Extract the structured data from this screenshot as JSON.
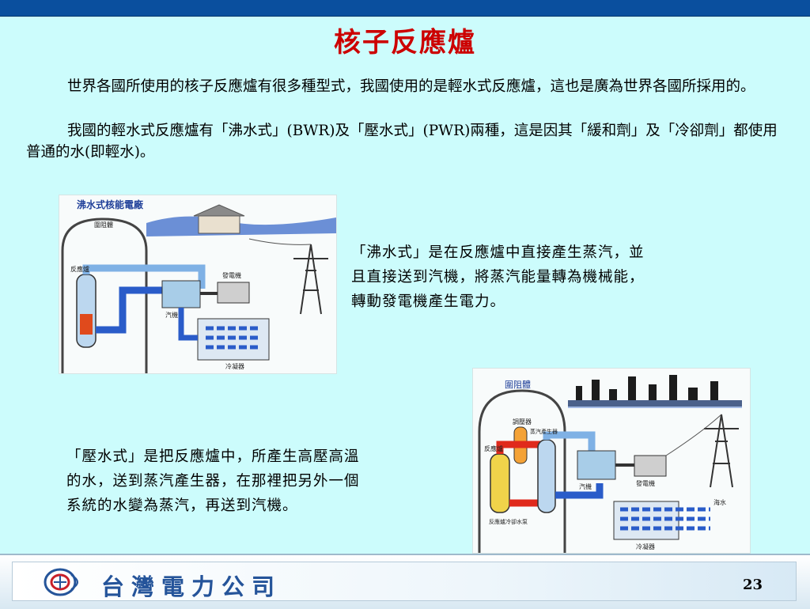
{
  "slide": {
    "title": "核子反應爐",
    "paragraph1": "世界各國所使用的核子反應爐有很多種型式，我國使用的是輕水式反應爐，這也是廣為世界各國所採用的。",
    "paragraph2": "我國的輕水式反應爐有「沸水式」(BWR)及「壓水式」(PWR)兩種，這是因其「緩和劑」及「冷卻劑」都使用普通的水(即輕水)。",
    "bwr_caption_lines": [
      "「沸水式」是在反應爐中直接產生蒸汽，並",
      "且直接送到汽機，將蒸汽能量轉為機械能，",
      "轉動發電機產生電力。"
    ],
    "pwr_caption_lines": [
      "「壓水式」是把反應爐中，所產生高壓高溫",
      "的水，送到蒸汽產生器，在那裡把另外一個",
      "系統的水變為蒸汽，再送到汽機。"
    ]
  },
  "bwr_figure": {
    "title": "沸水式核能電廠",
    "labels": {
      "containment": "圍阻體",
      "reactor": "反應爐",
      "generator": "發電機",
      "turbine": "汽機",
      "condenser": "冷凝器"
    }
  },
  "pwr_figure": {
    "labels": {
      "containment": "圍阻體",
      "reactor": "反應爐",
      "pressurizer": "調壓器",
      "steam_generator": "蒸汽產生器",
      "generator": "發電機",
      "turbine": "汽機",
      "water": "海水",
      "condenser": "冷凝器",
      "pump": "反應爐冷卻水泵"
    }
  },
  "footer": {
    "company": "台灣電力公司",
    "page_number": "23"
  },
  "colors": {
    "background": "#ccfcfc",
    "title": "#cc0000",
    "top_bar": "#0a4f9e",
    "company": "#25549a"
  }
}
